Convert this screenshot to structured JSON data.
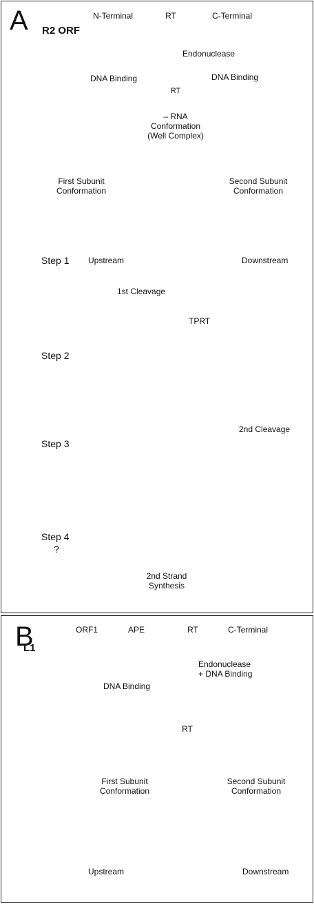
{
  "panel_a": {
    "letter": "A",
    "orf_label": "R2 ORF",
    "domains": [
      {
        "name": "N-Terminal",
        "color": "#1e7fd8"
      },
      {
        "name": "RT",
        "color": "#33ee33"
      },
      {
        "name": "C-Terminal",
        "color": "#b5160c"
      }
    ],
    "labels": {
      "endonuclease": "Endonuclease",
      "dna_binding_left": "DNA Binding",
      "dna_binding_right": "DNA Binding",
      "rt": "RT",
      "rna_line1": "– RNA",
      "rna_line2": "Conformation",
      "rna_line3": "(Well Complex)",
      "first_line1": "First Subunit",
      "first_line2": "Conformation",
      "second_line1": "Second Subunit",
      "second_line2": "Conformation",
      "upstream": "Upstream",
      "downstream": "Downstream",
      "first_cleavage": "1st Cleavage",
      "tprt": "TPRT",
      "second_cleavage": "2nd Cleavage",
      "strand_line1": "2nd Strand",
      "strand_line2": "Synthesis"
    },
    "steps": [
      "Step 1",
      "Step 2",
      "Step 3",
      "Step 4"
    ],
    "step4_note": "?"
  },
  "panel_b": {
    "letter": "B",
    "orf_label": "L1",
    "domains": [
      {
        "name": "ORF1",
        "color": "#ffffff"
      },
      {
        "name": "APE",
        "color": "#b5160c"
      },
      {
        "name": "RT",
        "color": "#33ee33"
      },
      {
        "name": "C-Terminal",
        "color": "#1e7fd8"
      }
    ],
    "labels": {
      "endo_line1": "Endonuclease",
      "endo_line2": "+ DNA Binding",
      "dna_binding": "DNA Binding",
      "rt": "RT",
      "first_line1": "First Subunit",
      "first_line2": "Conformation",
      "second_line1": "Second Subunit",
      "second_line2": "Conformation",
      "upstream": "Upstream",
      "downstream": "Downstream"
    }
  },
  "colors": {
    "blue": "#1e7fd8",
    "green": "#33ee33",
    "red": "#b5160c",
    "pale_green": "#bff2d4",
    "pale_blue": "#a9d3ee",
    "pale_red": "#ecbcc6",
    "dna": "#888888"
  }
}
